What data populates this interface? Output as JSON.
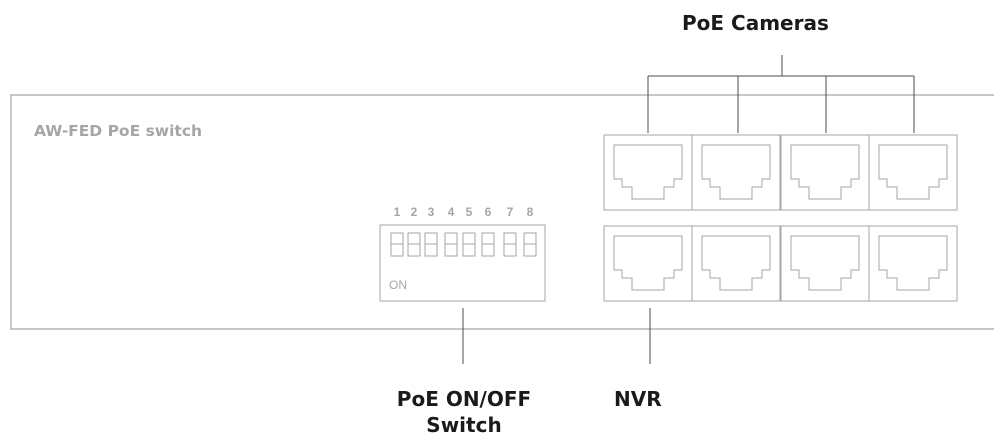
{
  "device": {
    "title": "AW-FED PoE switch"
  },
  "dip_switch": {
    "numbers": [
      "1",
      "2",
      "3",
      "4",
      "5",
      "6",
      "7",
      "8"
    ],
    "on_label": "ON"
  },
  "callouts": {
    "poe_cameras": "PoE Cameras",
    "nvr": "NVR",
    "poe_switch_line1": "PoE ON/OFF",
    "poe_switch_line2": "Switch"
  },
  "ports": {
    "top_row_count": 4,
    "bottom_row_count": 4
  },
  "colors": {
    "outline": "#a6a6a6",
    "connector": "#4d4d4d",
    "label_gray": "#a6a6a6",
    "callout_text": "#1a1a1a"
  }
}
